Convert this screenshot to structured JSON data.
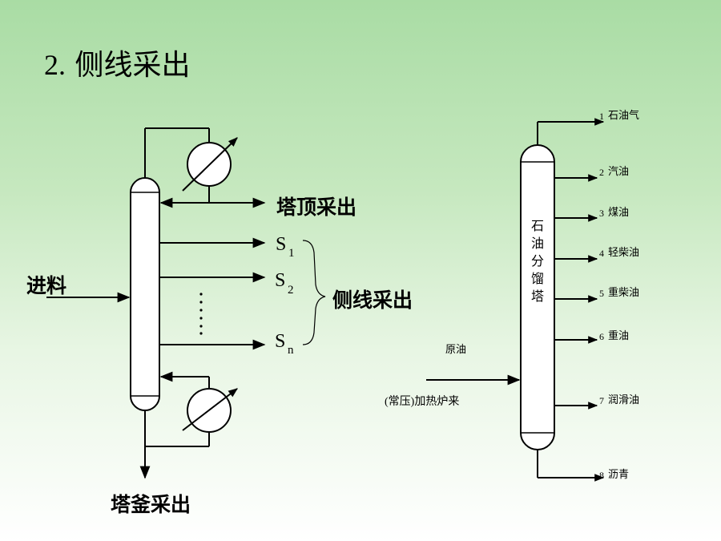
{
  "title": {
    "number": "2.",
    "text": "侧线采出"
  },
  "left_diagram": {
    "feed_label": "进料",
    "top_product_label": "塔顶采出",
    "side_product_label": "侧线采出",
    "bottom_product_label": "塔釜采出",
    "side_streams": [
      {
        "letter": "S",
        "index": "1"
      },
      {
        "letter": "S",
        "index": "2"
      },
      {
        "letter": "S",
        "index": "n"
      }
    ]
  },
  "right_diagram": {
    "column_label": [
      "石",
      "油",
      "分",
      "馏",
      "塔"
    ],
    "feed_label_top": "原油",
    "feed_label_bottom": "(常压)加热炉来",
    "products": [
      {
        "num": "1",
        "name": "石油气"
      },
      {
        "num": "2",
        "name": "汽油"
      },
      {
        "num": "3",
        "name": "煤油"
      },
      {
        "num": "4",
        "name": "轻柴油"
      },
      {
        "num": "5",
        "name": "重柴油"
      },
      {
        "num": "6",
        "name": "重油"
      },
      {
        "num": "7",
        "name": "润滑油"
      },
      {
        "num": "8",
        "name": "沥青"
      }
    ]
  }
}
